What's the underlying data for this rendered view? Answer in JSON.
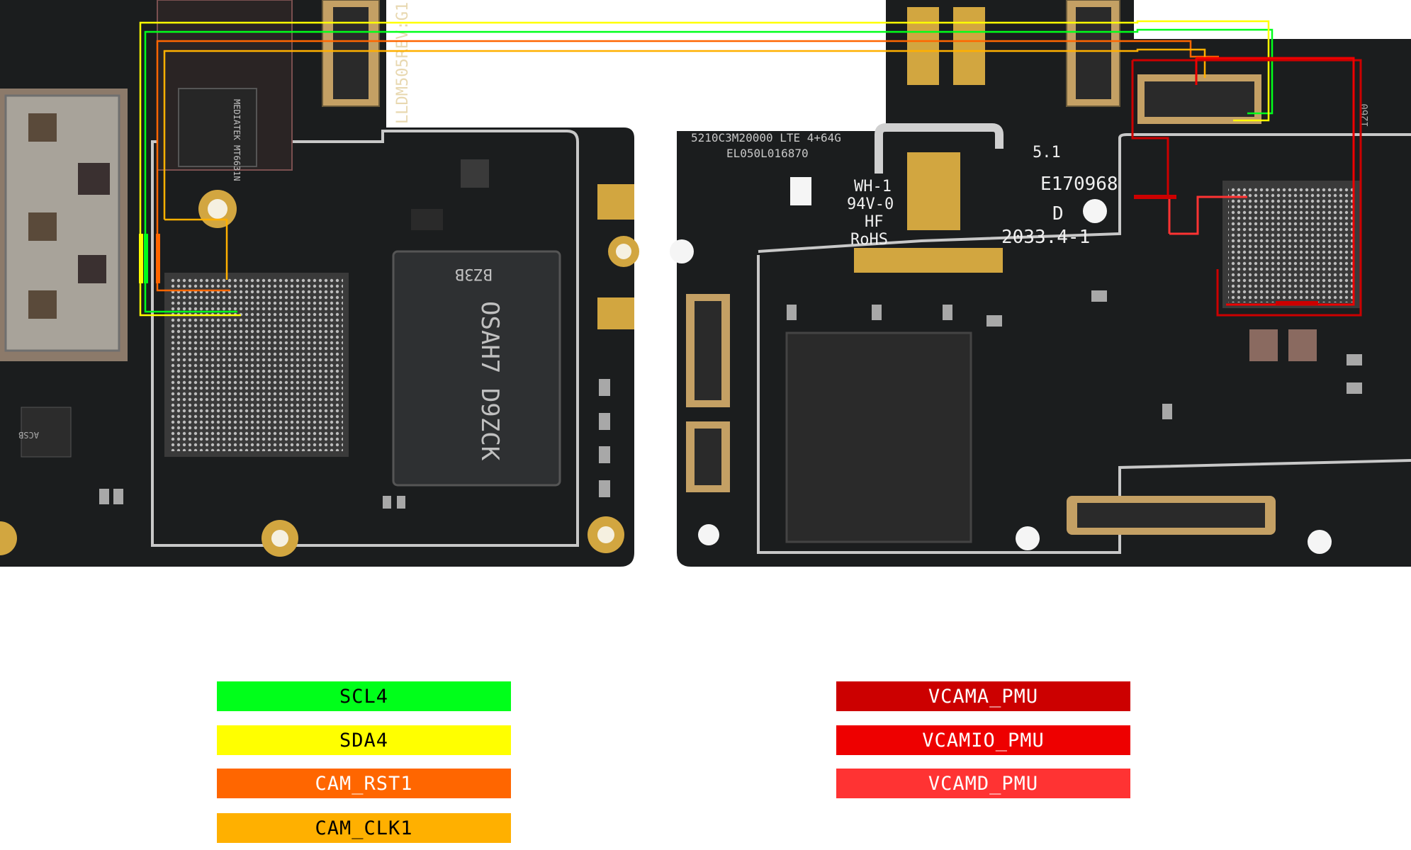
{
  "board_text": {
    "left_vertical": "LLDM505REV:G1",
    "left_chip_top": "MEDIATEK MT6631N",
    "left_mem_chip_1": "BZ3B",
    "left_mem_chip_2": "OSAH7 D9ZCK",
    "left_small": "ACSB",
    "right_code": "5210C3M20000 LTE 4+64G",
    "right_code2": "EL050L016870",
    "right_cert": [
      "WH-1",
      "94V-0",
      "HF",
      "RoHS"
    ],
    "right_num1": "5.1",
    "right_num2": "E170968",
    "right_ul": "D",
    "right_date": "2033.4-1",
    "right_small": "1260"
  },
  "legend": [
    {
      "label": "SCL4",
      "color": "#00ff1a",
      "text_color": "#000000"
    },
    {
      "label": "SDA4",
      "color": "#ffff00",
      "text_color": "#000000"
    },
    {
      "label": "CAM_RST1",
      "color": "#ff6600",
      "text_color": "#ffffff"
    },
    {
      "label": "CAM_CLK1",
      "color": "#ffb000",
      "text_color": "#000000"
    },
    {
      "label": "VCAMA_PMU",
      "color": "#cc0000",
      "text_color": "#ffffff"
    },
    {
      "label": "VCAMIO_PMU",
      "color": "#ee0000",
      "text_color": "#ffffff"
    },
    {
      "label": "VCAMD_PMU",
      "color": "#ff3333",
      "text_color": "#ffffff"
    }
  ],
  "colors": {
    "pcb": "#1b1d1e",
    "pcb_edge": "#2b2e30",
    "gold": "#d2a640",
    "silver": "#b9b9b9",
    "shield_line": "#c8c8c8"
  }
}
